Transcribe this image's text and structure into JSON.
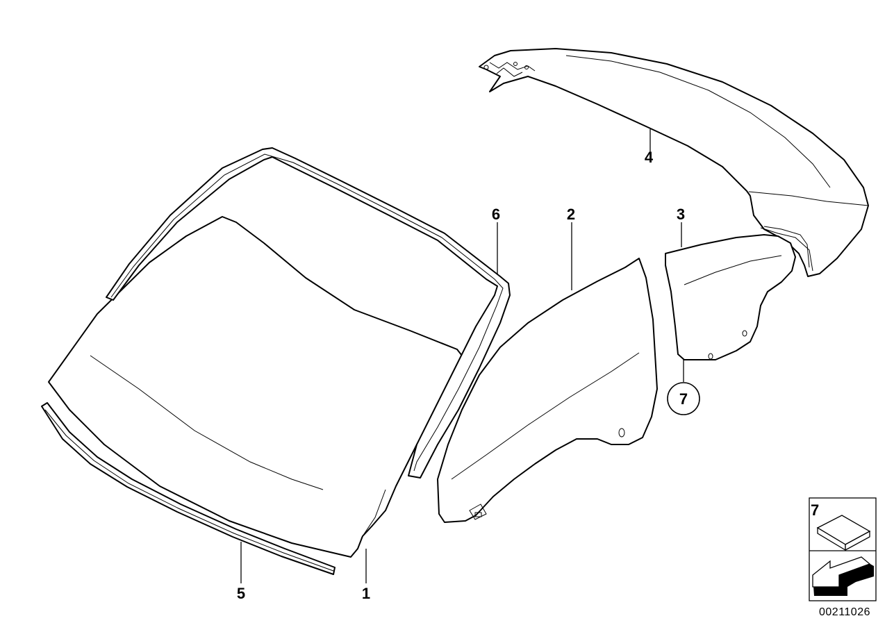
{
  "callouts": {
    "p1": "1",
    "p2": "2",
    "p3": "3",
    "p4": "4",
    "p5": "5",
    "p6": "6",
    "p7": "7"
  },
  "legend": {
    "box_label": "7"
  },
  "document_number": "00211026"
}
